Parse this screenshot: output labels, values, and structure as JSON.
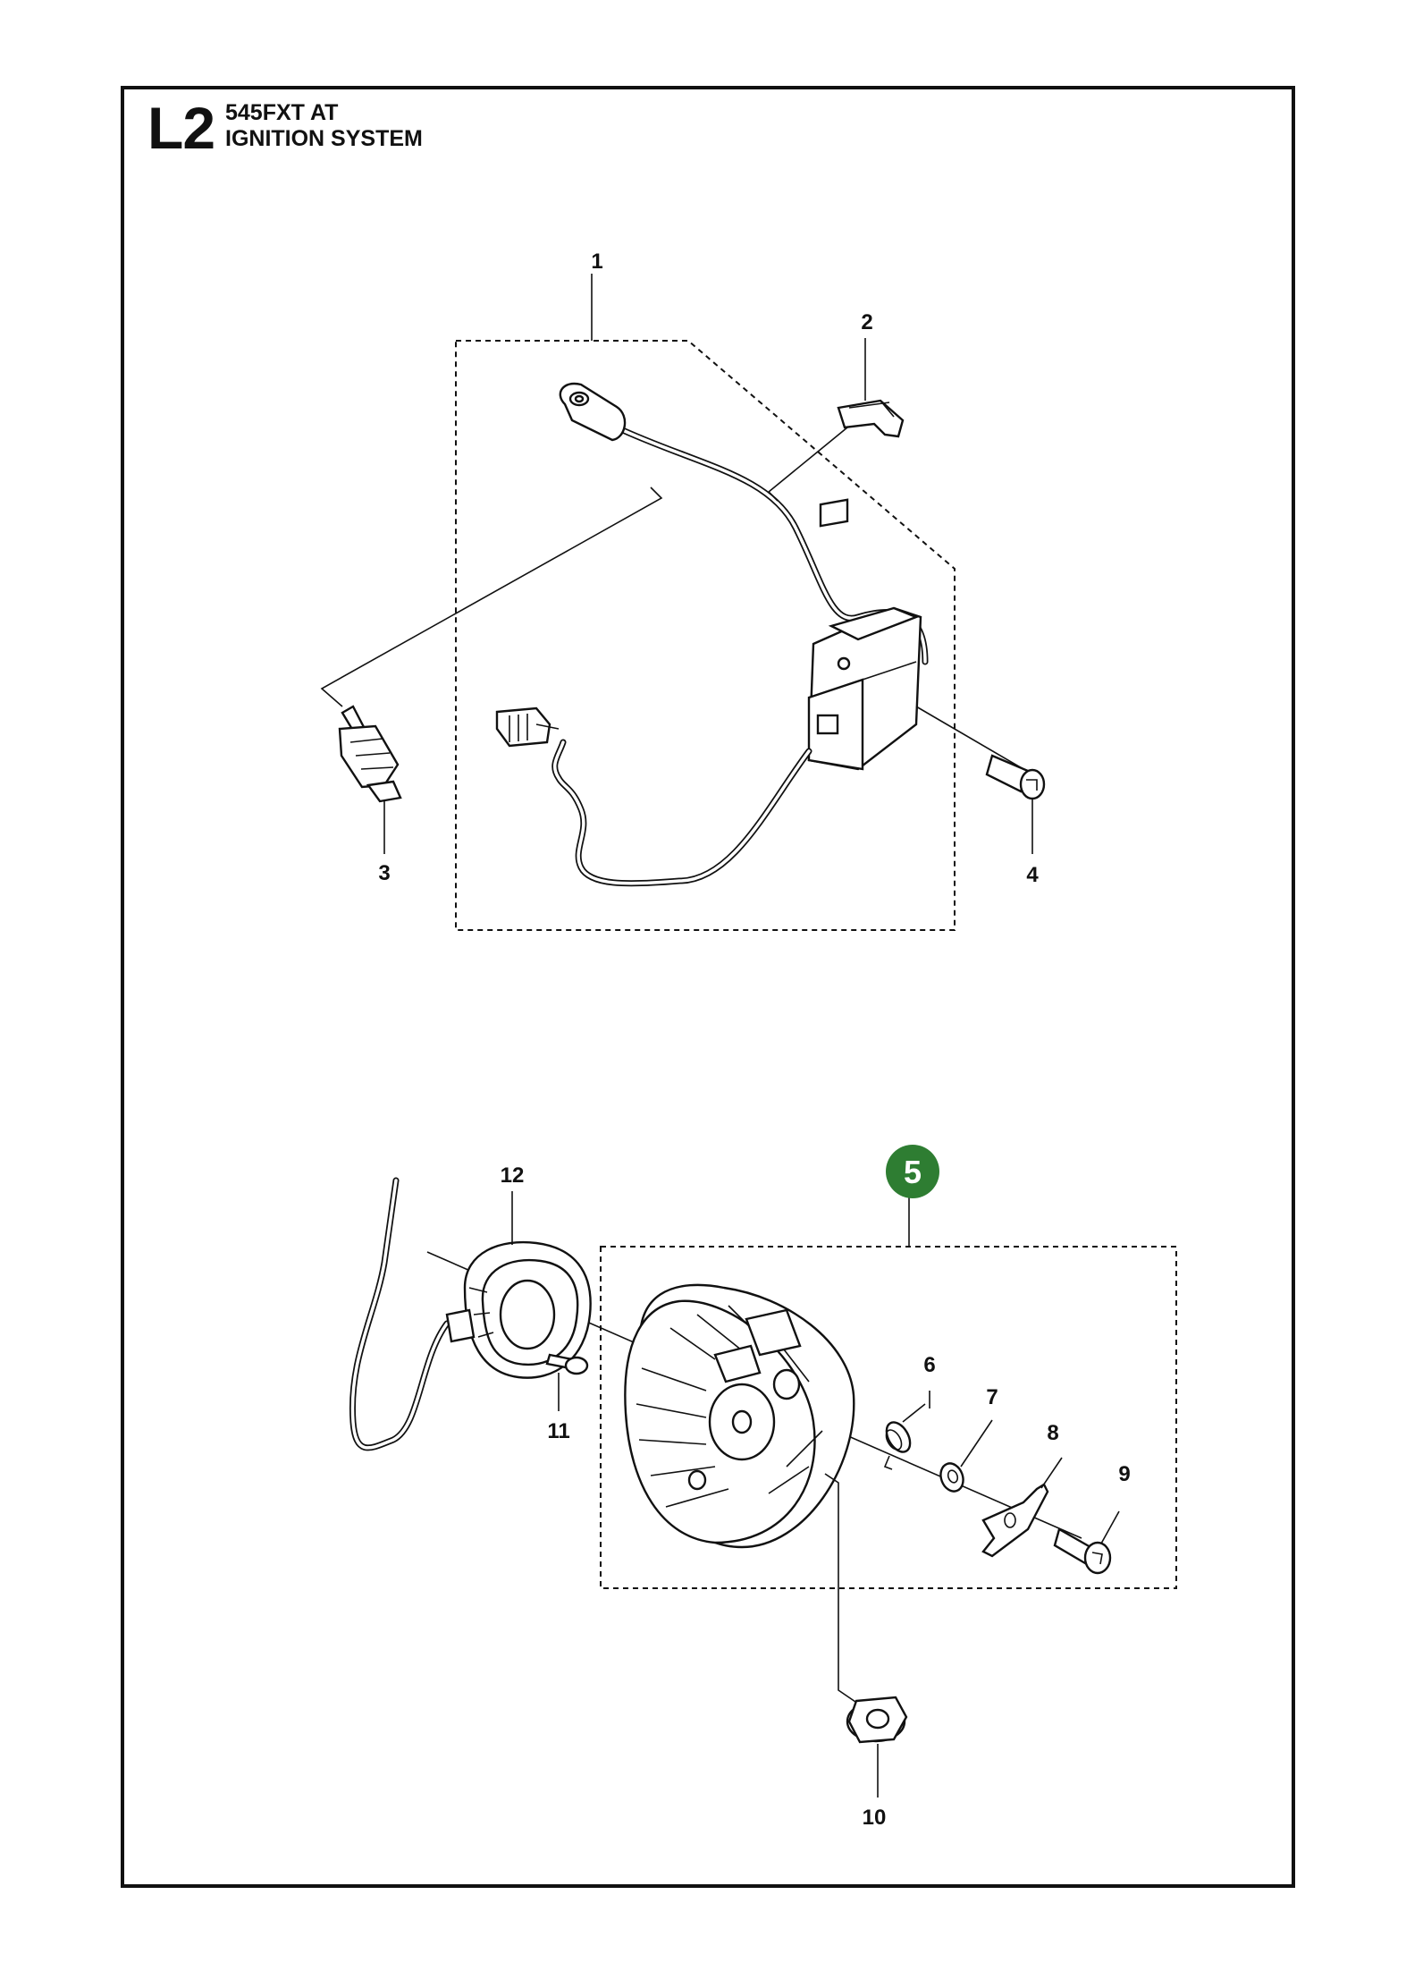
{
  "header": {
    "section_code": "L2",
    "model": "545FXT AT",
    "title": "IGNITION SYSTEM"
  },
  "callouts": [
    {
      "id": "1",
      "label": "1"
    },
    {
      "id": "2",
      "label": "2"
    },
    {
      "id": "3",
      "label": "3"
    },
    {
      "id": "4",
      "label": "4"
    },
    {
      "id": "6",
      "label": "6"
    },
    {
      "id": "7",
      "label": "7"
    },
    {
      "id": "8",
      "label": "8"
    },
    {
      "id": "9",
      "label": "9"
    },
    {
      "id": "10",
      "label": "10"
    },
    {
      "id": "11",
      "label": "11"
    },
    {
      "id": "12",
      "label": "12"
    }
  ],
  "badge": {
    "label": "5",
    "color": "#2e7d32"
  },
  "colors": {
    "ink": "#111111",
    "badge": "#2e7d32"
  }
}
